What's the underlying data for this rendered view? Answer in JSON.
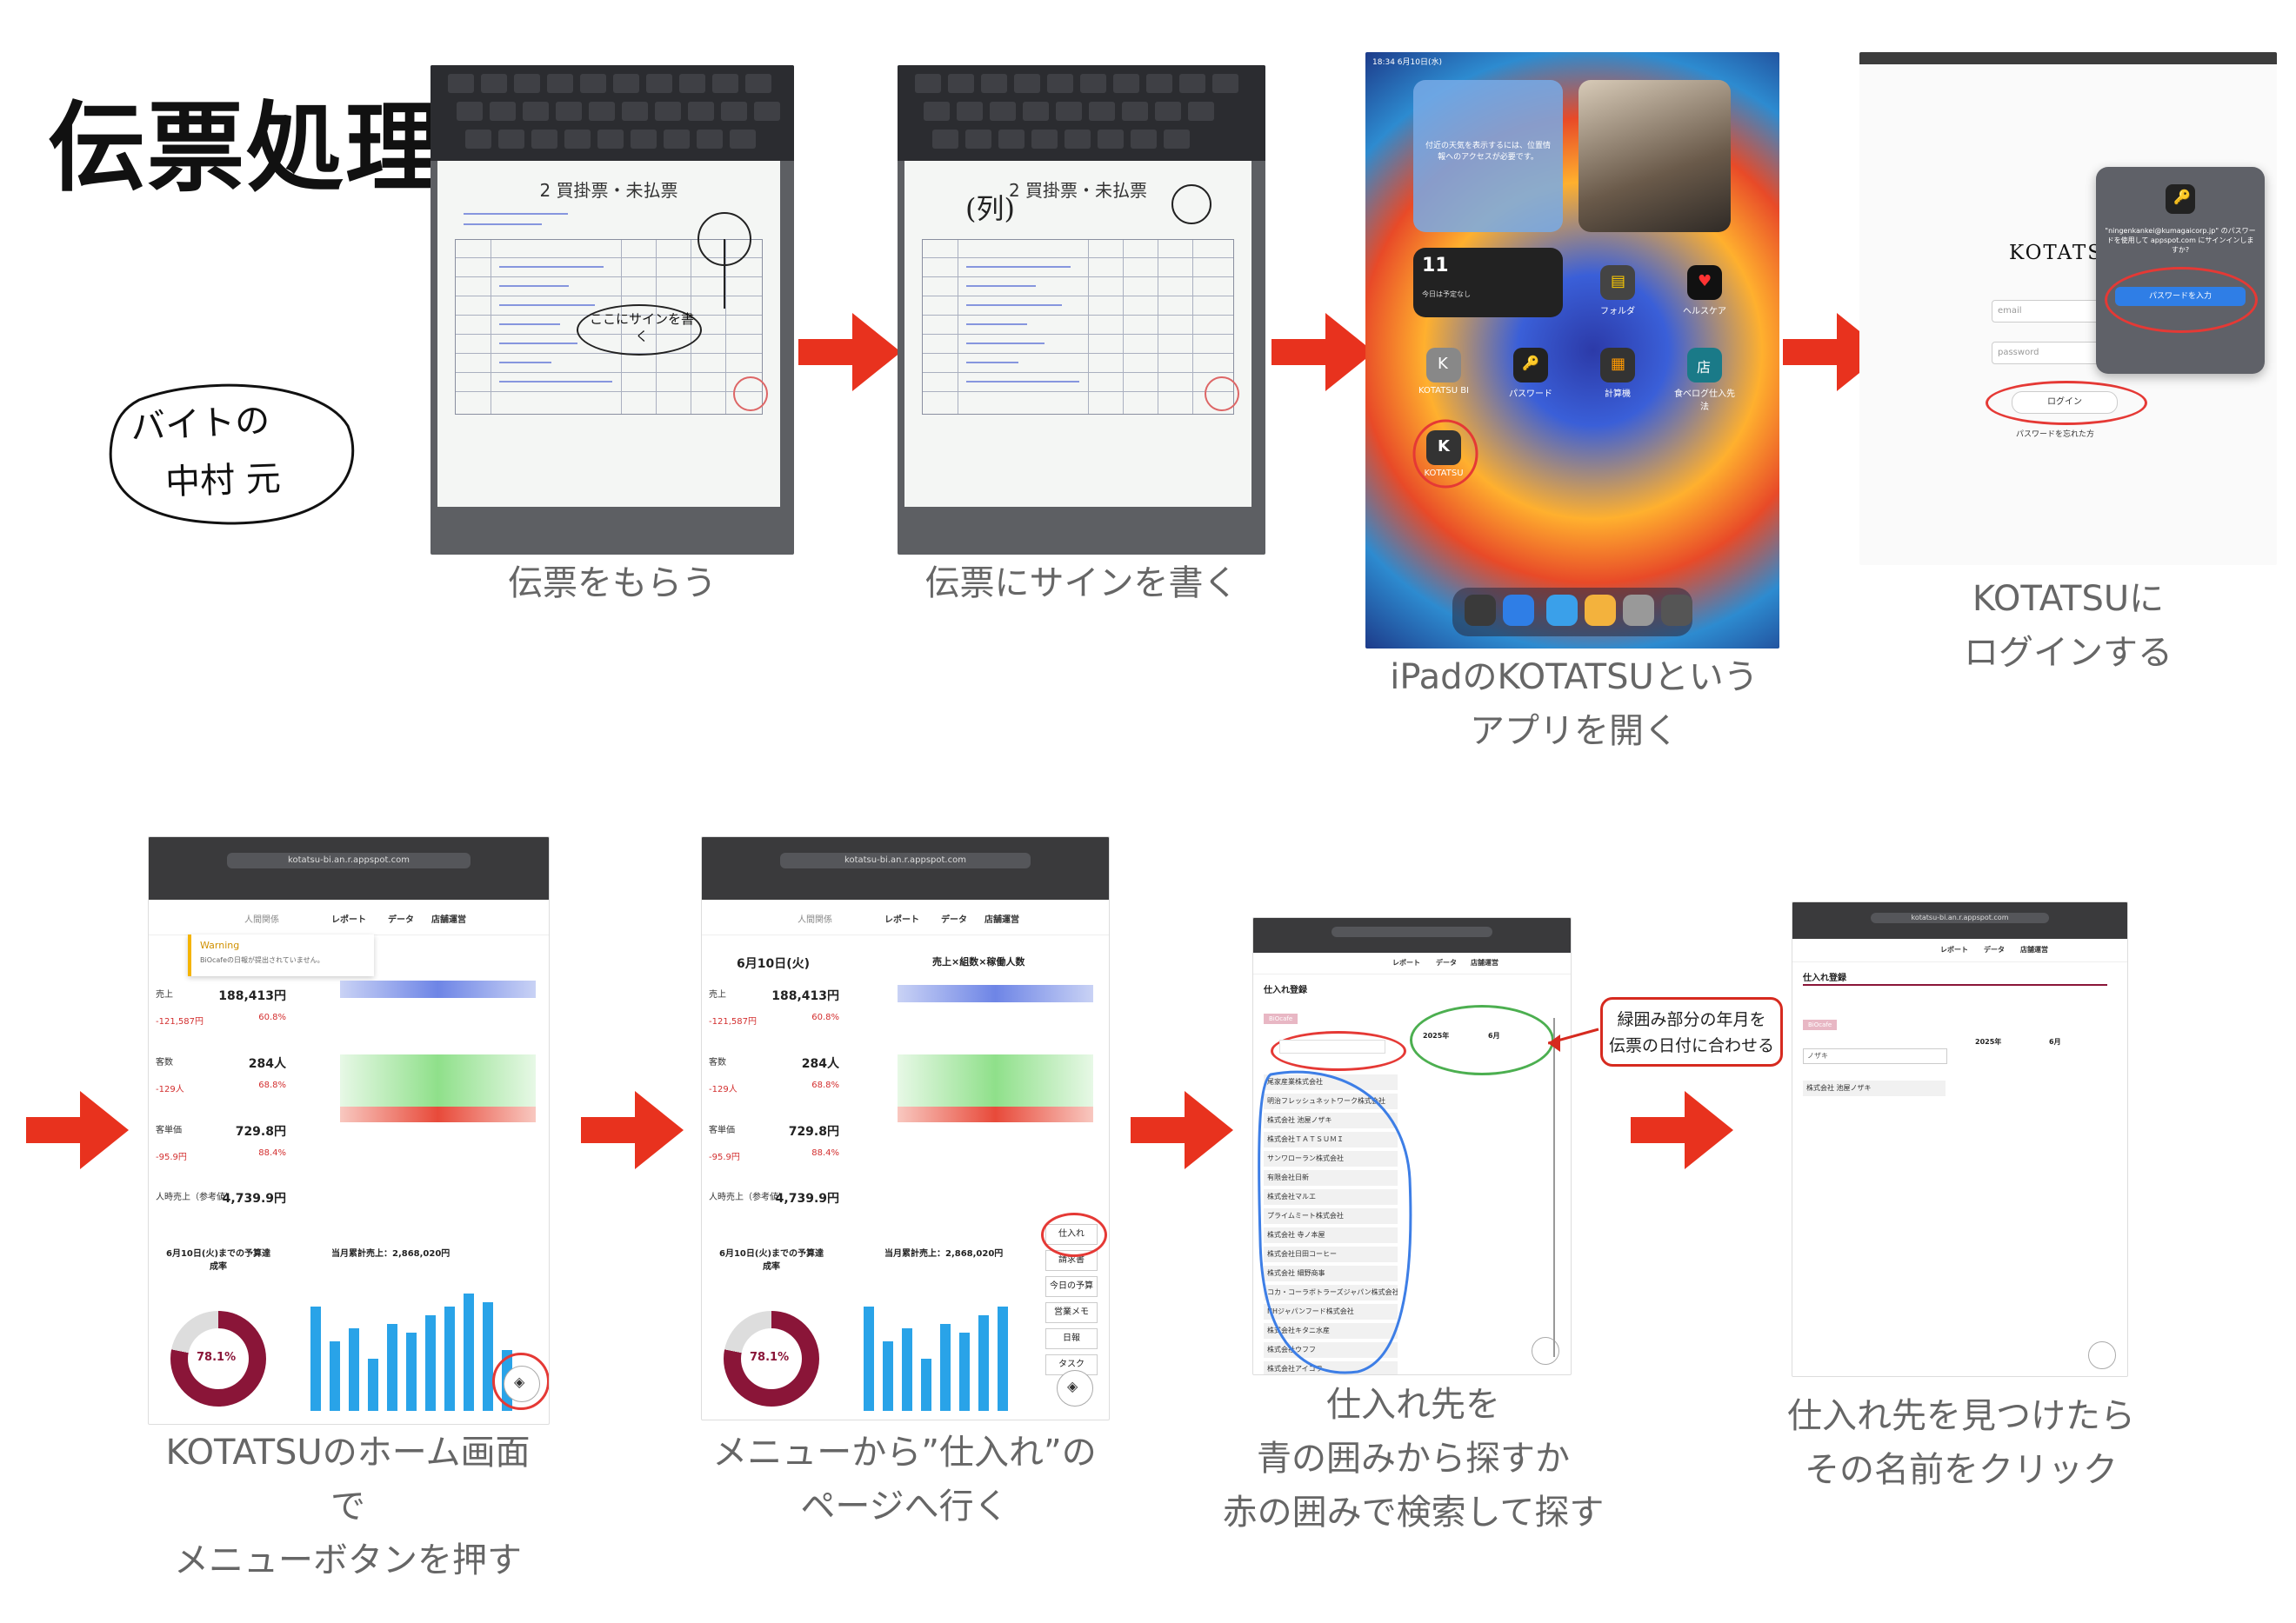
{
  "title": "伝票処理",
  "handwritten_note": [
    "バイトの",
    "中村 元"
  ],
  "steps": [
    {
      "caption": [
        "伝票をもらう"
      ]
    },
    {
      "caption": [
        "伝票にサインを書く"
      ]
    },
    {
      "caption": [
        "iPadのKOTATSUという",
        "アプリを開く"
      ]
    },
    {
      "caption": [
        "KOTATSUに",
        "ログインする"
      ]
    },
    {
      "caption": [
        "KOTATSUのホーム画面",
        "で",
        "メニューボタンを押す"
      ]
    },
    {
      "caption": [
        "メニューから”仕入れ”の",
        "ページへ行く"
      ]
    },
    {
      "caption": [
        "仕入れ先を",
        "青の囲みから探すか",
        "赤の囲みで検索して探す"
      ]
    },
    {
      "caption": [
        "仕入れ先を見つけたら",
        "その名前をクリック"
      ]
    }
  ],
  "voucher": {
    "title": "2 買掛票・未払票",
    "annotation": "ここにサインを書く",
    "sign_mark": "(列)"
  },
  "ipad": {
    "time": "18:34  6月10日(水)",
    "widget_text": "付近の天気を表示するには、位置情報へのアクセスが必要です。",
    "calendar_day": "11",
    "calendar_note": "今日は予定なし",
    "apps": [
      {
        "name": "KOTATSU BI",
        "letter": "K"
      },
      {
        "name": "パスワード",
        "letter": "🔑"
      },
      {
        "name": "計算機",
        "letter": "▦"
      },
      {
        "name": "食べログ仕入先法",
        "letter": "店"
      },
      {
        "name": "フォルダ",
        "letter": "▤"
      },
      {
        "name": "ヘルスケア",
        "letter": "♥"
      },
      {
        "name": "KOTATSU",
        "letter": "K"
      }
    ]
  },
  "login": {
    "brand": "KOTATSU",
    "email_placeholder": "email",
    "password_placeholder": "password",
    "login_button": "ログイン",
    "forgot": "パスワードを忘れた方",
    "popup_text": "\"ningenkankei@kumagaicorp.jp\" のパスワードを使用して appspot.com にサインインしますか?",
    "popup_button": "パスワードを入力"
  },
  "home": {
    "url": "kotatsu-bi.an.r.appspot.com",
    "store": "人間関係",
    "nav": [
      "レポート",
      "データ",
      "店舗運営"
    ],
    "warning_title": "Warning",
    "warning_body": "BiOcafeの日報が提出されていません。",
    "date": "6月10日(火)",
    "heat_title": "売上×組数×稼働人数",
    "metrics": [
      {
        "label": "売上",
        "value": "188,413円",
        "sub1": "-121,587円",
        "sub2": "60.8%"
      },
      {
        "label": "客数",
        "value": "284人",
        "sub1": "-129人",
        "sub2": "68.8%"
      },
      {
        "label": "客単価",
        "value": "729.8円",
        "sub1": "-95.9円",
        "sub2": "88.4%"
      },
      {
        "label": "人時売上（参考値）",
        "value": "4,739.9円",
        "sub1": "",
        "sub2": ""
      }
    ],
    "budget_title": "6月10日(火)までの予算達成率",
    "donut_value": "78.1%",
    "month_total": "当月累計売上：2,868,020円",
    "menu_items": [
      "仕入れ",
      "請求書",
      "今日の予算",
      "営業メモ",
      "日報",
      "タスク"
    ]
  },
  "purchase": {
    "heading": "仕入れ登録",
    "store_tag": "BiOcafe",
    "year": "2025年",
    "month": "6月",
    "search_value": "ノザキ",
    "selected": "株式会社 池屋ノザキ",
    "note": [
      "緑囲み部分の年月を",
      "伝票の日付に合わせる"
    ],
    "vendors": [
      "尾家産業株式会社",
      "明治フレッシュネットワーク株式会社",
      "株式会社 池屋ノザキ",
      "株式会社ＴＡＴＳＵＭＩ",
      "サンワローラン株式会社",
      "有限会社日新",
      "株式会社マルエ",
      "プライムミート株式会社",
      "株式会社 寺ノ本屋",
      "株式会社日田コーヒー",
      "株式会社 細野商事",
      "コカ・コーラボトラーズジャパン株式会社",
      "NHジャパンフード株式会社",
      "株式会社キタニ水産",
      "株式会社ウフフ",
      "株式会社アイコワ"
    ]
  }
}
